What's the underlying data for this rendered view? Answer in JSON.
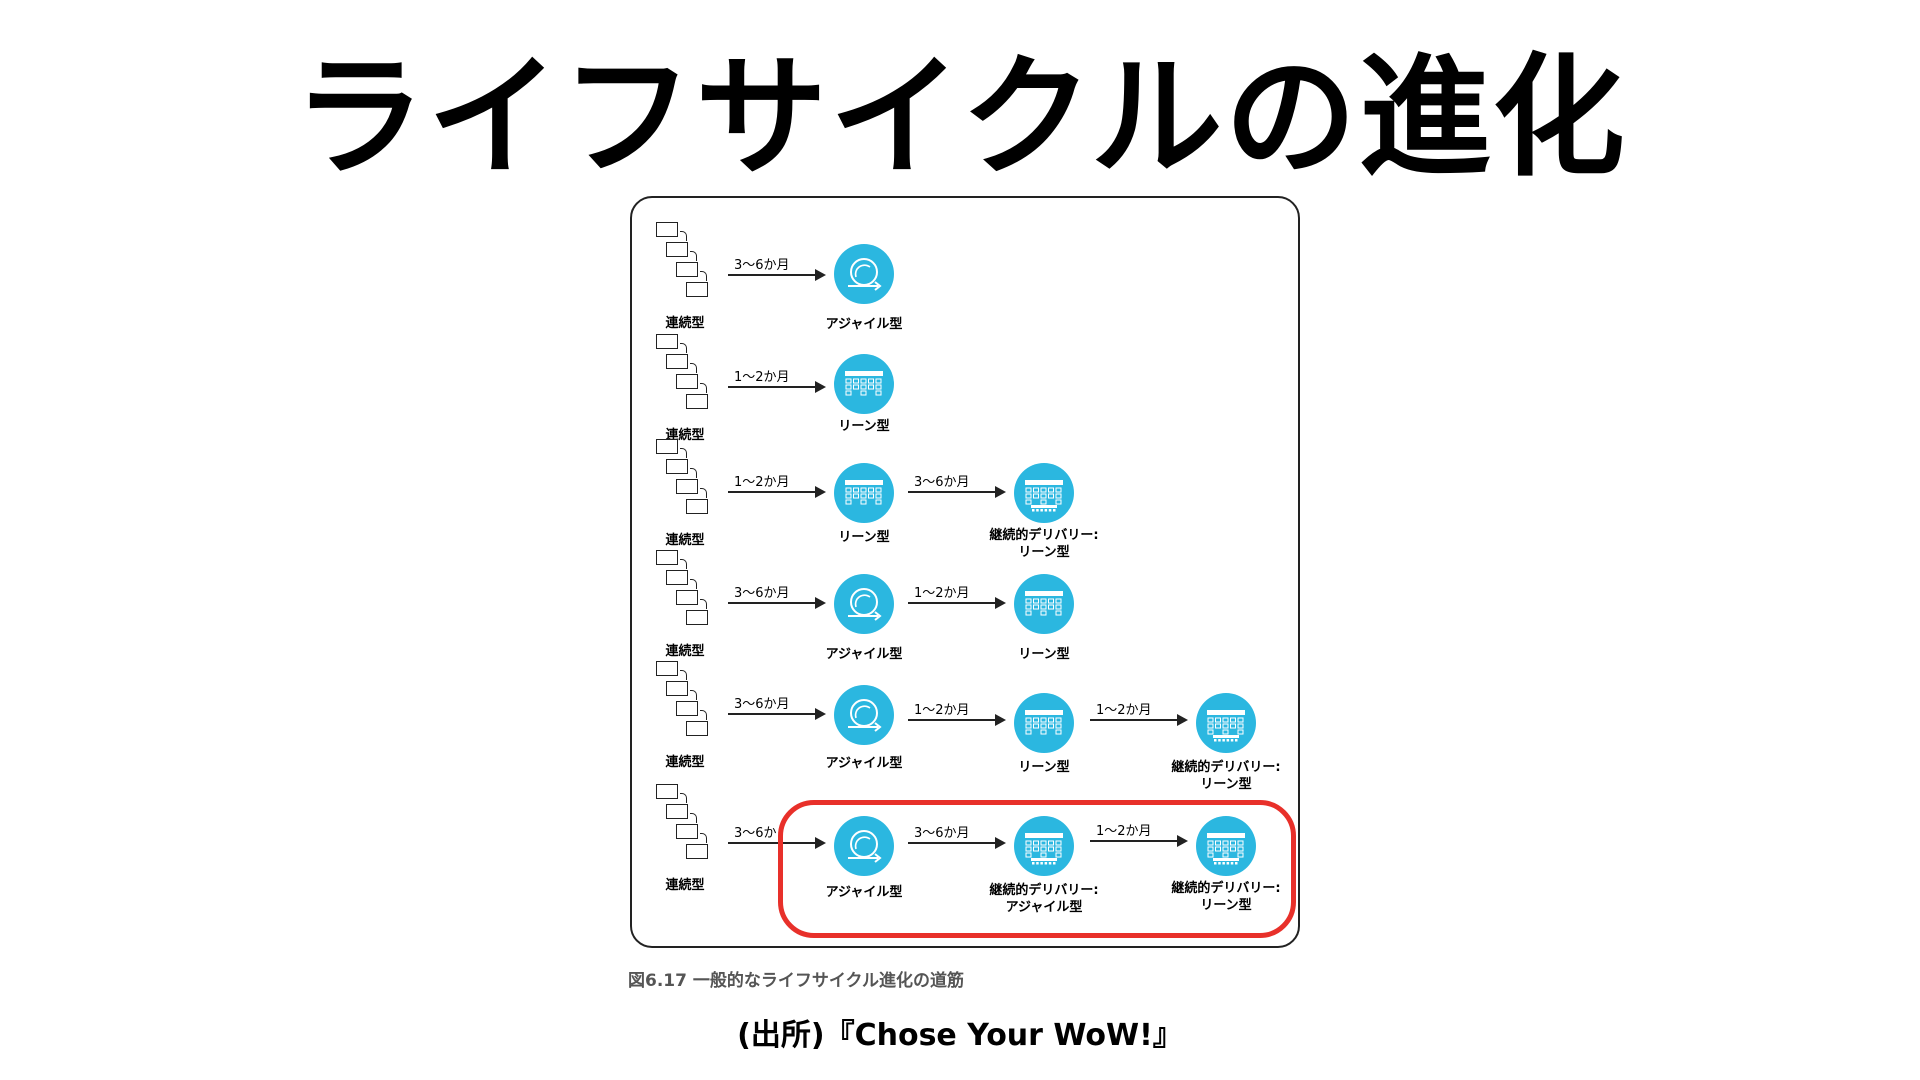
{
  "title": "ライフサイクルの進化",
  "figure_caption": "図6.17 一般的なライフサイクル進化の道筋",
  "source": "(出所)『Chose Your WoW!』",
  "colors": {
    "node": "#2bb7e0",
    "highlight": "#e8302a"
  },
  "labels": {
    "sequential": "連続型",
    "agile": "アジャイル型",
    "lean": "リーン型",
    "cd_lean_line1": "継続的デリバリー:",
    "cd_lean_line2": "リーン型",
    "cd_agile_line1": "継続的デリバリー:",
    "cd_agile_line2": "アジャイル型"
  },
  "durations": {
    "d36": "3〜6か月",
    "d12": "1〜2か月",
    "d36_cut": "3〜6か"
  },
  "icons": {
    "agile": "cycle-icon",
    "lean": "kanban-board-icon",
    "cd": "delivery-board-icon"
  },
  "paths": [
    {
      "row": 1,
      "steps": [
        "連続型",
        "アジャイル型"
      ],
      "durations": [
        "3〜6か月"
      ]
    },
    {
      "row": 2,
      "steps": [
        "連続型",
        "リーン型"
      ],
      "durations": [
        "1〜2か月"
      ]
    },
    {
      "row": 3,
      "steps": [
        "連続型",
        "リーン型",
        "継続的デリバリー: リーン型"
      ],
      "durations": [
        "1〜2か月",
        "3〜6か月"
      ]
    },
    {
      "row": 4,
      "steps": [
        "連続型",
        "アジャイル型",
        "リーン型"
      ],
      "durations": [
        "3〜6か月",
        "1〜2か月"
      ]
    },
    {
      "row": 5,
      "steps": [
        "連続型",
        "アジャイル型",
        "リーン型",
        "継続的デリバリー: リーン型"
      ],
      "durations": [
        "3〜6か月",
        "1〜2か月",
        "1〜2か月"
      ]
    },
    {
      "row": 6,
      "steps": [
        "連続型",
        "アジャイル型",
        "継続的デリバリー: アジャイル型",
        "継続的デリバリー: リーン型"
      ],
      "durations": [
        "3〜6か",
        "3〜6か月",
        "1〜2か月"
      ],
      "highlighted": true
    }
  ]
}
